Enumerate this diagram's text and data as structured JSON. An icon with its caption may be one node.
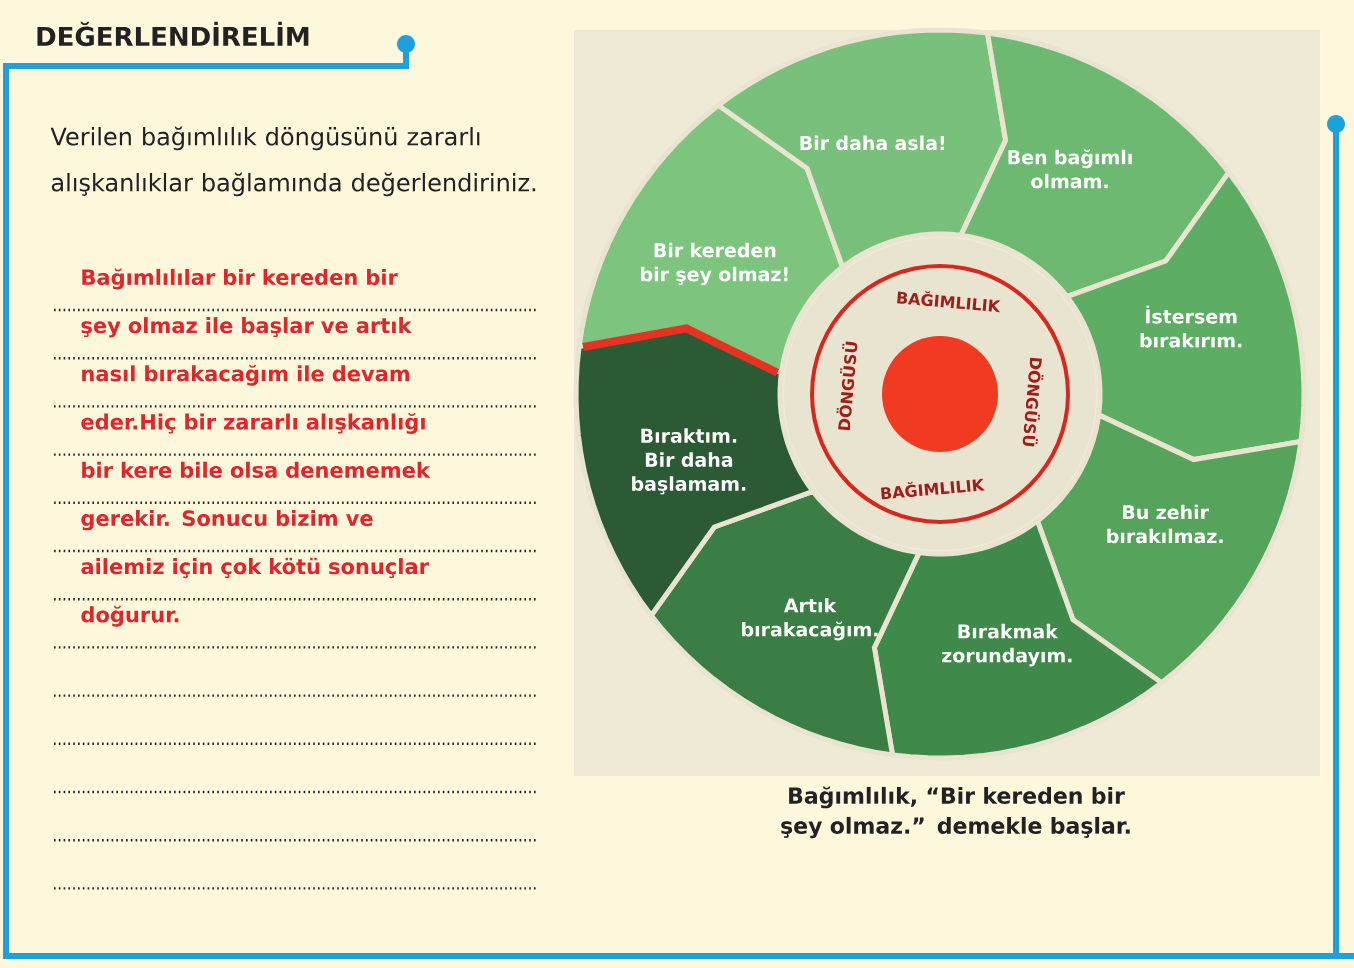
{
  "diagram": {
    "title": "DEĞERLENDİRELİM",
    "caption": "Bağımlılık, “Bir kereden bir şey olmaz.” demekle başlar.",
    "nodes": [
      {
        "text": [
          "Bir kereden bir şey olmaz!"
        ]
      },
      {
        "text": [
          "Bir daha asla!"
        ]
      },
      {
        "text": [
          "Ben bağımlı olmam."
        ]
      },
      {
        "text": [
          "İstersem bırakırım."
        ]
      },
      {
        "text": [
          "Bu zehir bırakılmaz."
        ]
      },
      {
        "text": [
          "Bırakmak zorundayım."
        ]
      },
      {
        "text": [
          "Artık bırakacağım."
        ]
      },
      {
        "text": [
          "Bıraktım. Bir daha başlamam."
        ]
      },
      {
        "text": [
          "BAĞIMLILIK",
          "DÖNGÜSÜ",
          "BAĞIMLILIK",
          "DÖNGÜSÜ"
        ]
      }
    ],
    "labels": [
      "Verilen bağımlılık döngüsünü zararlı alışkanlıklar bağlamında değerlendiriniz.",
      "Bağımlılılar bir kereden bir şey olmaz ile başlar ve artık nasıl bırakacağım ile devam eder.Hiç bir zararlı alışkanlığı bir kere bile olsa denememek gerekir. Sonucu bizim ve ailemiz için çok kötü sonuçlar doğurur."
    ]
  }
}
